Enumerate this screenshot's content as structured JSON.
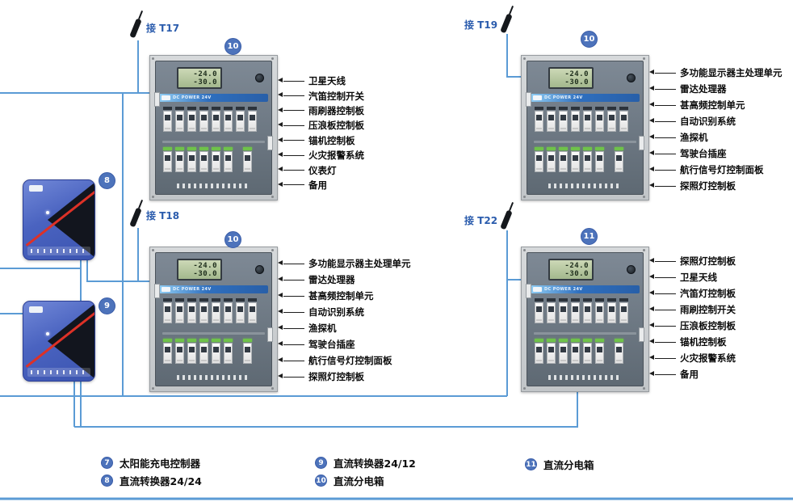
{
  "colors": {
    "wire": "#5b9bd5",
    "tag_blue": "#2b5cad",
    "badge_blue": "#4d73bb",
    "lcd_green": "#b3c69c",
    "converter_blue": "#4a63c0",
    "converter_red": "#dd3127"
  },
  "panels": [
    {
      "connector": "接 T17",
      "badge": "10",
      "lcd_top": "-24.0",
      "lcd_bottom": "-30.0",
      "banner": "DC POWER 24V",
      "labels": [
        "卫星天线",
        "汽笛控制开关",
        "雨刷器控制板",
        "压浪板控制板",
        "锚机控制板",
        "火灾报警系统",
        "仪表灯",
        "备用"
      ]
    },
    {
      "connector": "接 T19",
      "badge": "10",
      "lcd_top": "-24.0",
      "lcd_bottom": "-30.0",
      "banner": "DC POWER 24V",
      "labels": [
        "多功能显示器主处理单元",
        "雷达处理器",
        "甚高频控制单元",
        "自动识别系统",
        "渔探机",
        "驾驶台插座",
        "航行信号灯控制面板",
        "探照灯控制板"
      ]
    },
    {
      "connector": "接 T18",
      "badge": "10",
      "lcd_top": "-24.0",
      "lcd_bottom": "-30.0",
      "banner": "DC POWER 24V",
      "labels": [
        "多功能显示器主处理单元",
        "雷达处理器",
        "甚高频控制单元",
        "自动识别系统",
        "渔探机",
        "驾驶台插座",
        "航行信号灯控制面板",
        "探照灯控制板"
      ]
    },
    {
      "connector": "接 T22",
      "badge": "11",
      "lcd_top": "-24.0",
      "lcd_bottom": "-30.0",
      "banner": "DC POWER 24V",
      "labels": [
        "探照灯控制板",
        "卫星天线",
        "汽笛灯控制板",
        "雨刷控制开关",
        "压浪板控制板",
        "锚机控制板",
        "火灾报警系统",
        "备用"
      ]
    }
  ],
  "converters": [
    {
      "badge": "8"
    },
    {
      "badge": "9"
    }
  ],
  "legend": [
    {
      "num": "7",
      "label": "太阳能充电控制器"
    },
    {
      "num": "8",
      "label": "直流转换器24/24"
    },
    {
      "num": "9",
      "label": "直流转换器24/12"
    },
    {
      "num": "10",
      "label": "直流分电箱"
    },
    {
      "num": "11",
      "label": "直流分电箱"
    }
  ]
}
